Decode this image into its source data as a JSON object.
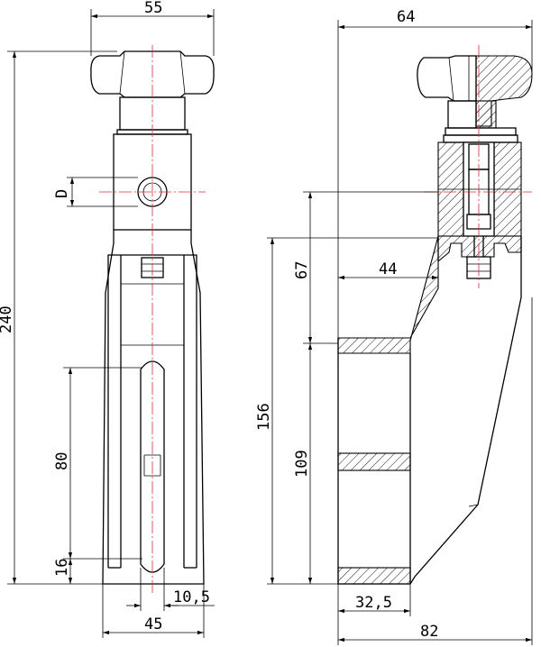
{
  "dimensions": {
    "top_width_left": "55",
    "top_width_right": "64",
    "total_height": "240",
    "hole_diameter": "D",
    "slot_length": "80",
    "slot_offset": "16",
    "slot_width": "10,5",
    "base_width": "45",
    "upper_height": "67",
    "upper_offset": "44",
    "lower_height": "109",
    "body_height": "156",
    "flange_width": "32,5",
    "overall_width": "82"
  },
  "colors": {
    "outline": "#000000",
    "centerline": "#e8282c",
    "background": "#ffffff"
  }
}
